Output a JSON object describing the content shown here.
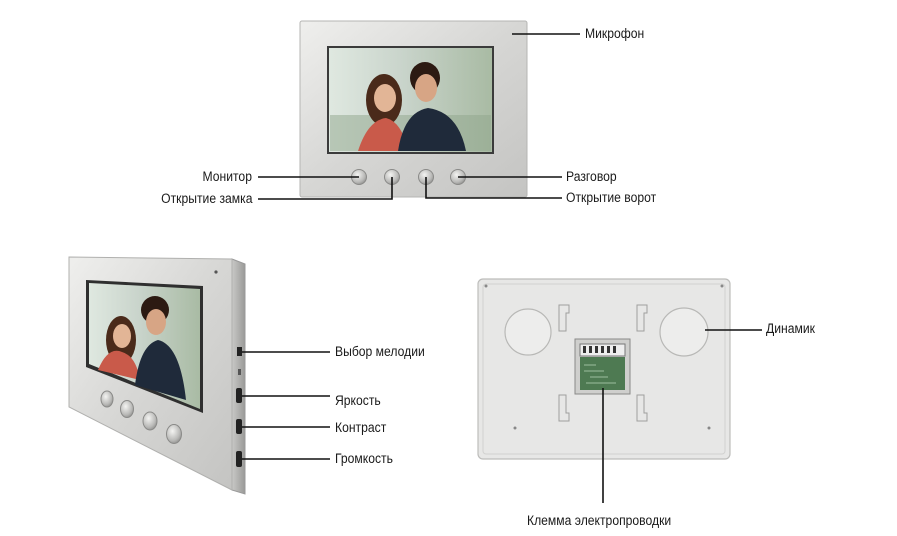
{
  "callouts": {
    "microphone": "Микрофон",
    "monitor": "Монитор",
    "unlock": "Открытие замка",
    "talk": "Разговор",
    "gate_open": "Открытие ворот",
    "melody_select": "Выбор мелодии",
    "brightness": "Яркость",
    "contrast": "Контраст",
    "volume": "Громкость",
    "speaker": "Динамик",
    "wiring_terminal": "Клемма электропроводки"
  },
  "colors": {
    "frame_silver": "#d9d9d7",
    "back_panel": "#e6e6e6",
    "lead_line": "#111111"
  }
}
